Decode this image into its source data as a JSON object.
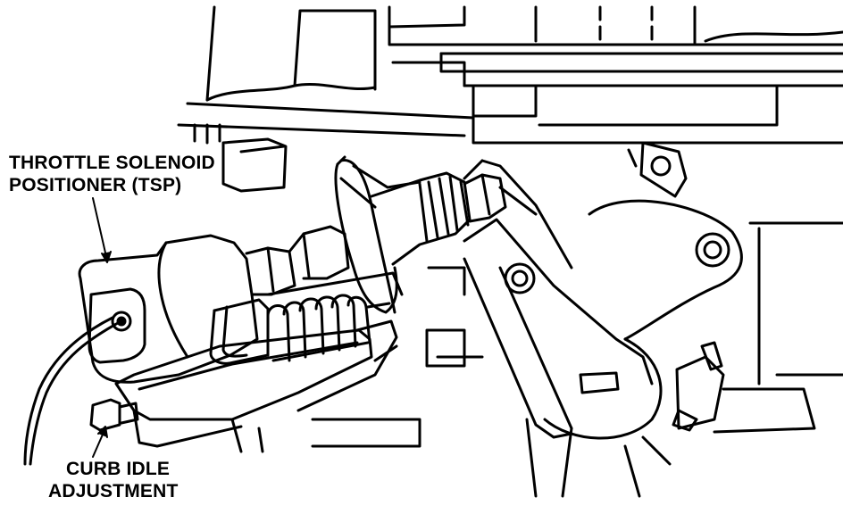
{
  "labels": {
    "tsp": {
      "line1": "THROTTLE SOLENOID",
      "line2": "POSITIONER (TSP)"
    },
    "curb": {
      "line1": "CURB IDLE",
      "line2": "ADJUSTMENT"
    }
  },
  "colors": {
    "ink": "#000000",
    "paper": "#ffffff"
  }
}
